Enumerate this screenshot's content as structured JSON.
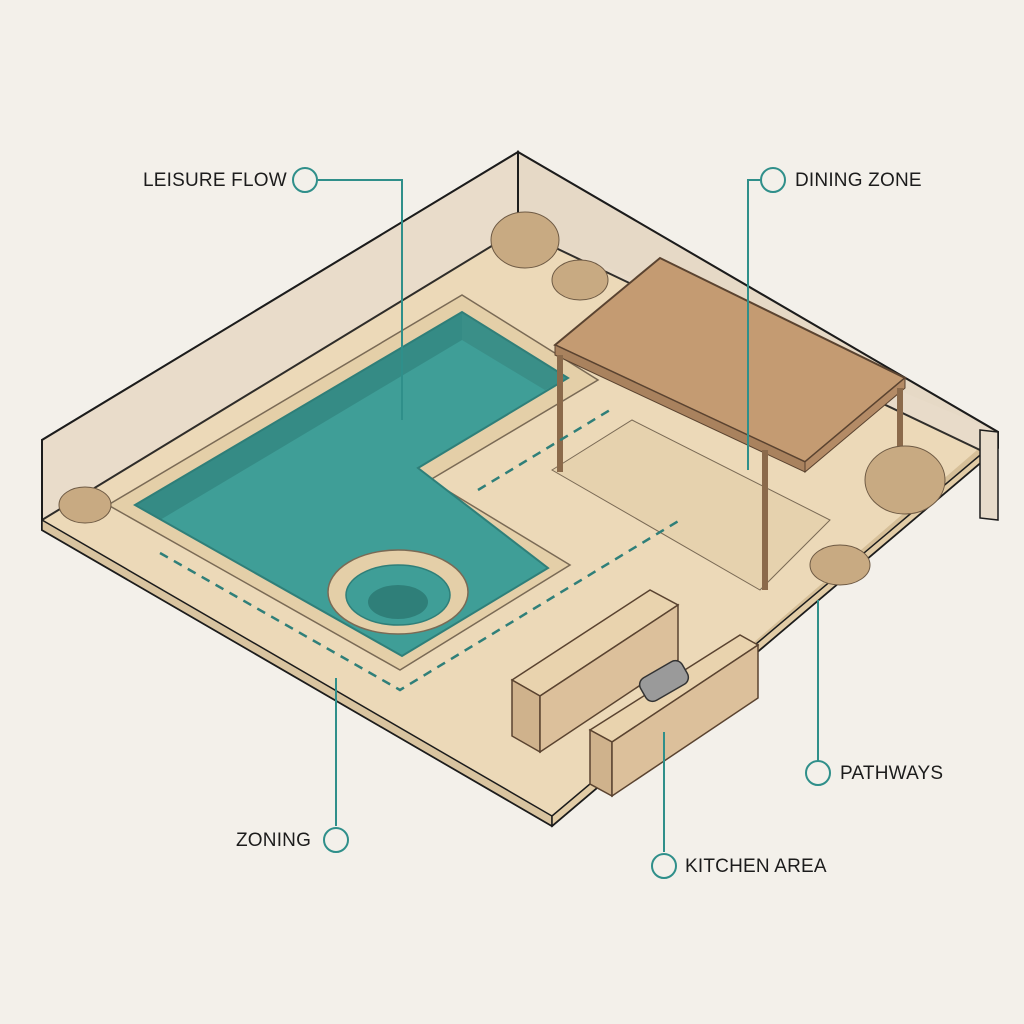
{
  "diagram": {
    "type": "isometric-backyard-plan",
    "colors": {
      "background": "#f3f0ea",
      "deck": "#ecd9b8",
      "deck_edge": "#d6bf98",
      "wall": "#e6d6c2",
      "pool_water": "#3f9e97",
      "pool_dark": "#2f7f79",
      "coping": "#e4cfa8",
      "callout": "#2f8f8a",
      "pergola": "#b8916b",
      "cabinet": "#d9bb96"
    }
  },
  "labels": {
    "leisure_flow": "LEISURE FLOW",
    "dining_zone": "DINING ZONE",
    "pathways": "PATHWAYS",
    "zoning": "ZONING",
    "kitchen_area": "KITCHEN AREA"
  }
}
